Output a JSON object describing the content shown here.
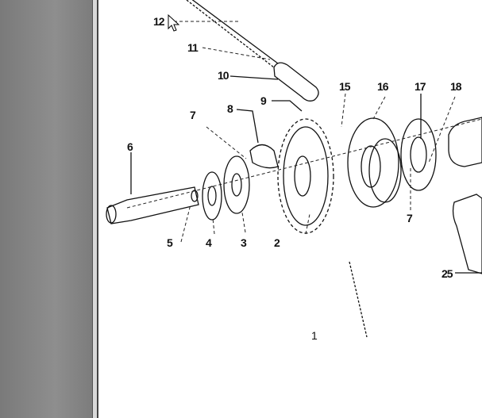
{
  "diagram": {
    "part_labels": {
      "p12": "12",
      "p11": "11",
      "p10": "10",
      "p9": "9",
      "p8": "8",
      "p7a": "7",
      "p6": "6",
      "p5": "5",
      "p4": "4",
      "p3": "3",
      "p2": "2",
      "p1": "1",
      "p15": "15",
      "p16": "16",
      "p17": "17",
      "p18": "18",
      "p7b": "7",
      "p25": "25"
    }
  }
}
